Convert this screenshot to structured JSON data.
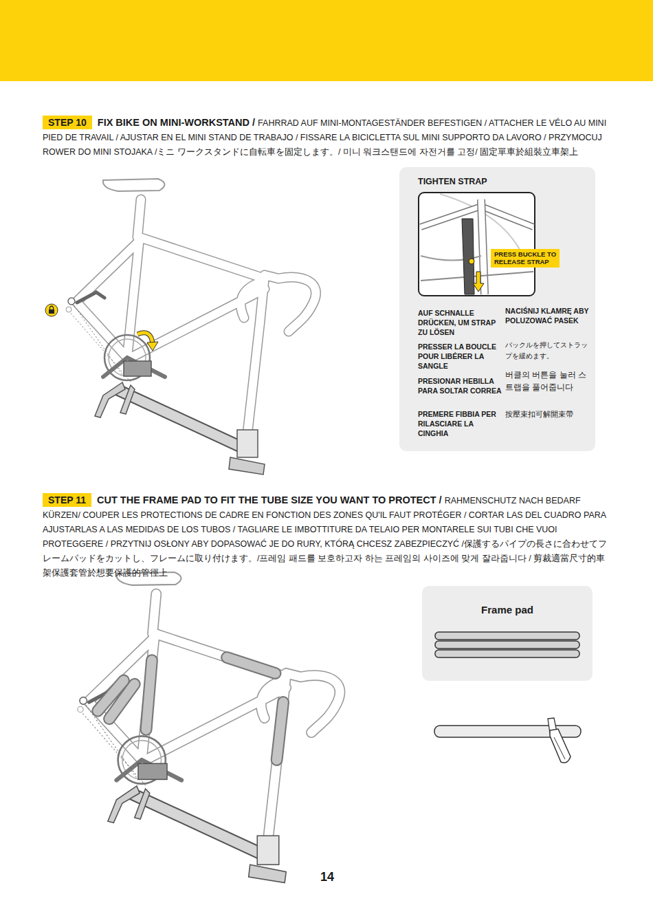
{
  "diagram": {
    "nodes": [
      {
        "text": [
          "STEP 10"
        ]
      },
      {
        "text": [
          "TIGHTEN STRAP",
          "AUF SCHNALLE DRÜCKEN, UM STRAP ZU LÖSEN",
          "PRESSER LA BOUCLE POUR LIBÉRER LA SANGLE",
          "PRESIONAR HEBILLA PARA SOLTAR CORREA",
          "PREMERE FIBBIA PER RILASCIARE LA CINGHIA",
          "NACIŚNIJ KLAMRĘ ABY POLUZOWAĆ PASEK",
          "バックルを押してストラップを緩めます。",
          "버클의 버튼을 눌러 스트랩을 풀어줍니다",
          "按壓束扣可解開束帶"
        ]
      },
      {
        "text": [
          "PRESS BUCKLE TO RELEASE STRAP"
        ],
        "in": 1
      },
      {
        "text": [
          "STEP 11"
        ]
      },
      {
        "text": [
          "Frame pad"
        ]
      }
    ],
    "labels": [
      "FIX BIKE ON MINI-WORKSTAND /",
      "FAHRRAD AUF MINI-MONTAGESTÄNDER BEFESTIGEN / ATTACHER LE VÉLO AU MINI PIED DE TRAVAIL / AJUSTAR EN EL MINI STAND DE TRABAJO / FISSARE LA BICICLETTA SUL MINI SUPPORTO DA LAVORO / PRZYMOCUJ ROWER DO MINI STOJAKA /ミニ ワークスタンドに自転車を固定します。/ 미니 워크스탠드에 자전거를 고정/ 固定單車於組裝立車架上",
      "CUT THE FRAME PAD TO FIT THE TUBE SIZE YOU WANT TO PROTECT /",
      "RAHMENSCHUTZ NACH BEDARF KÜRZEN/ COUPER LES PROTECTIONS DE CADRE EN FONCTION DES ZONES QU'IL FAUT PROTÉGER / CORTAR LAS DEL CUADRO PARA AJUSTARLAS A LAS MEDIDAS DE LOS TUBOS / TAGLIARE LE IMBOTTITURE DA TELAIO PER MONTARELE SUI TUBI CHE VUOI PROTEGGERE / PRZYTNIJ OSŁONY ABY DOPASOWAĆ JE DO RURY, KTÓRĄ CHCESZ ZABEZPIECZYĆ /保護するパイプの長さに合わせてフレームパッドをカットし、フレームに取り付けます。/프레임 패드를 보호하고자 하는 프레임의 사이즈에 맞게 잘라줍니다 / 剪裁適當尺寸的車架保護套管於想要保護的管徑上",
      "14"
    ]
  }
}
